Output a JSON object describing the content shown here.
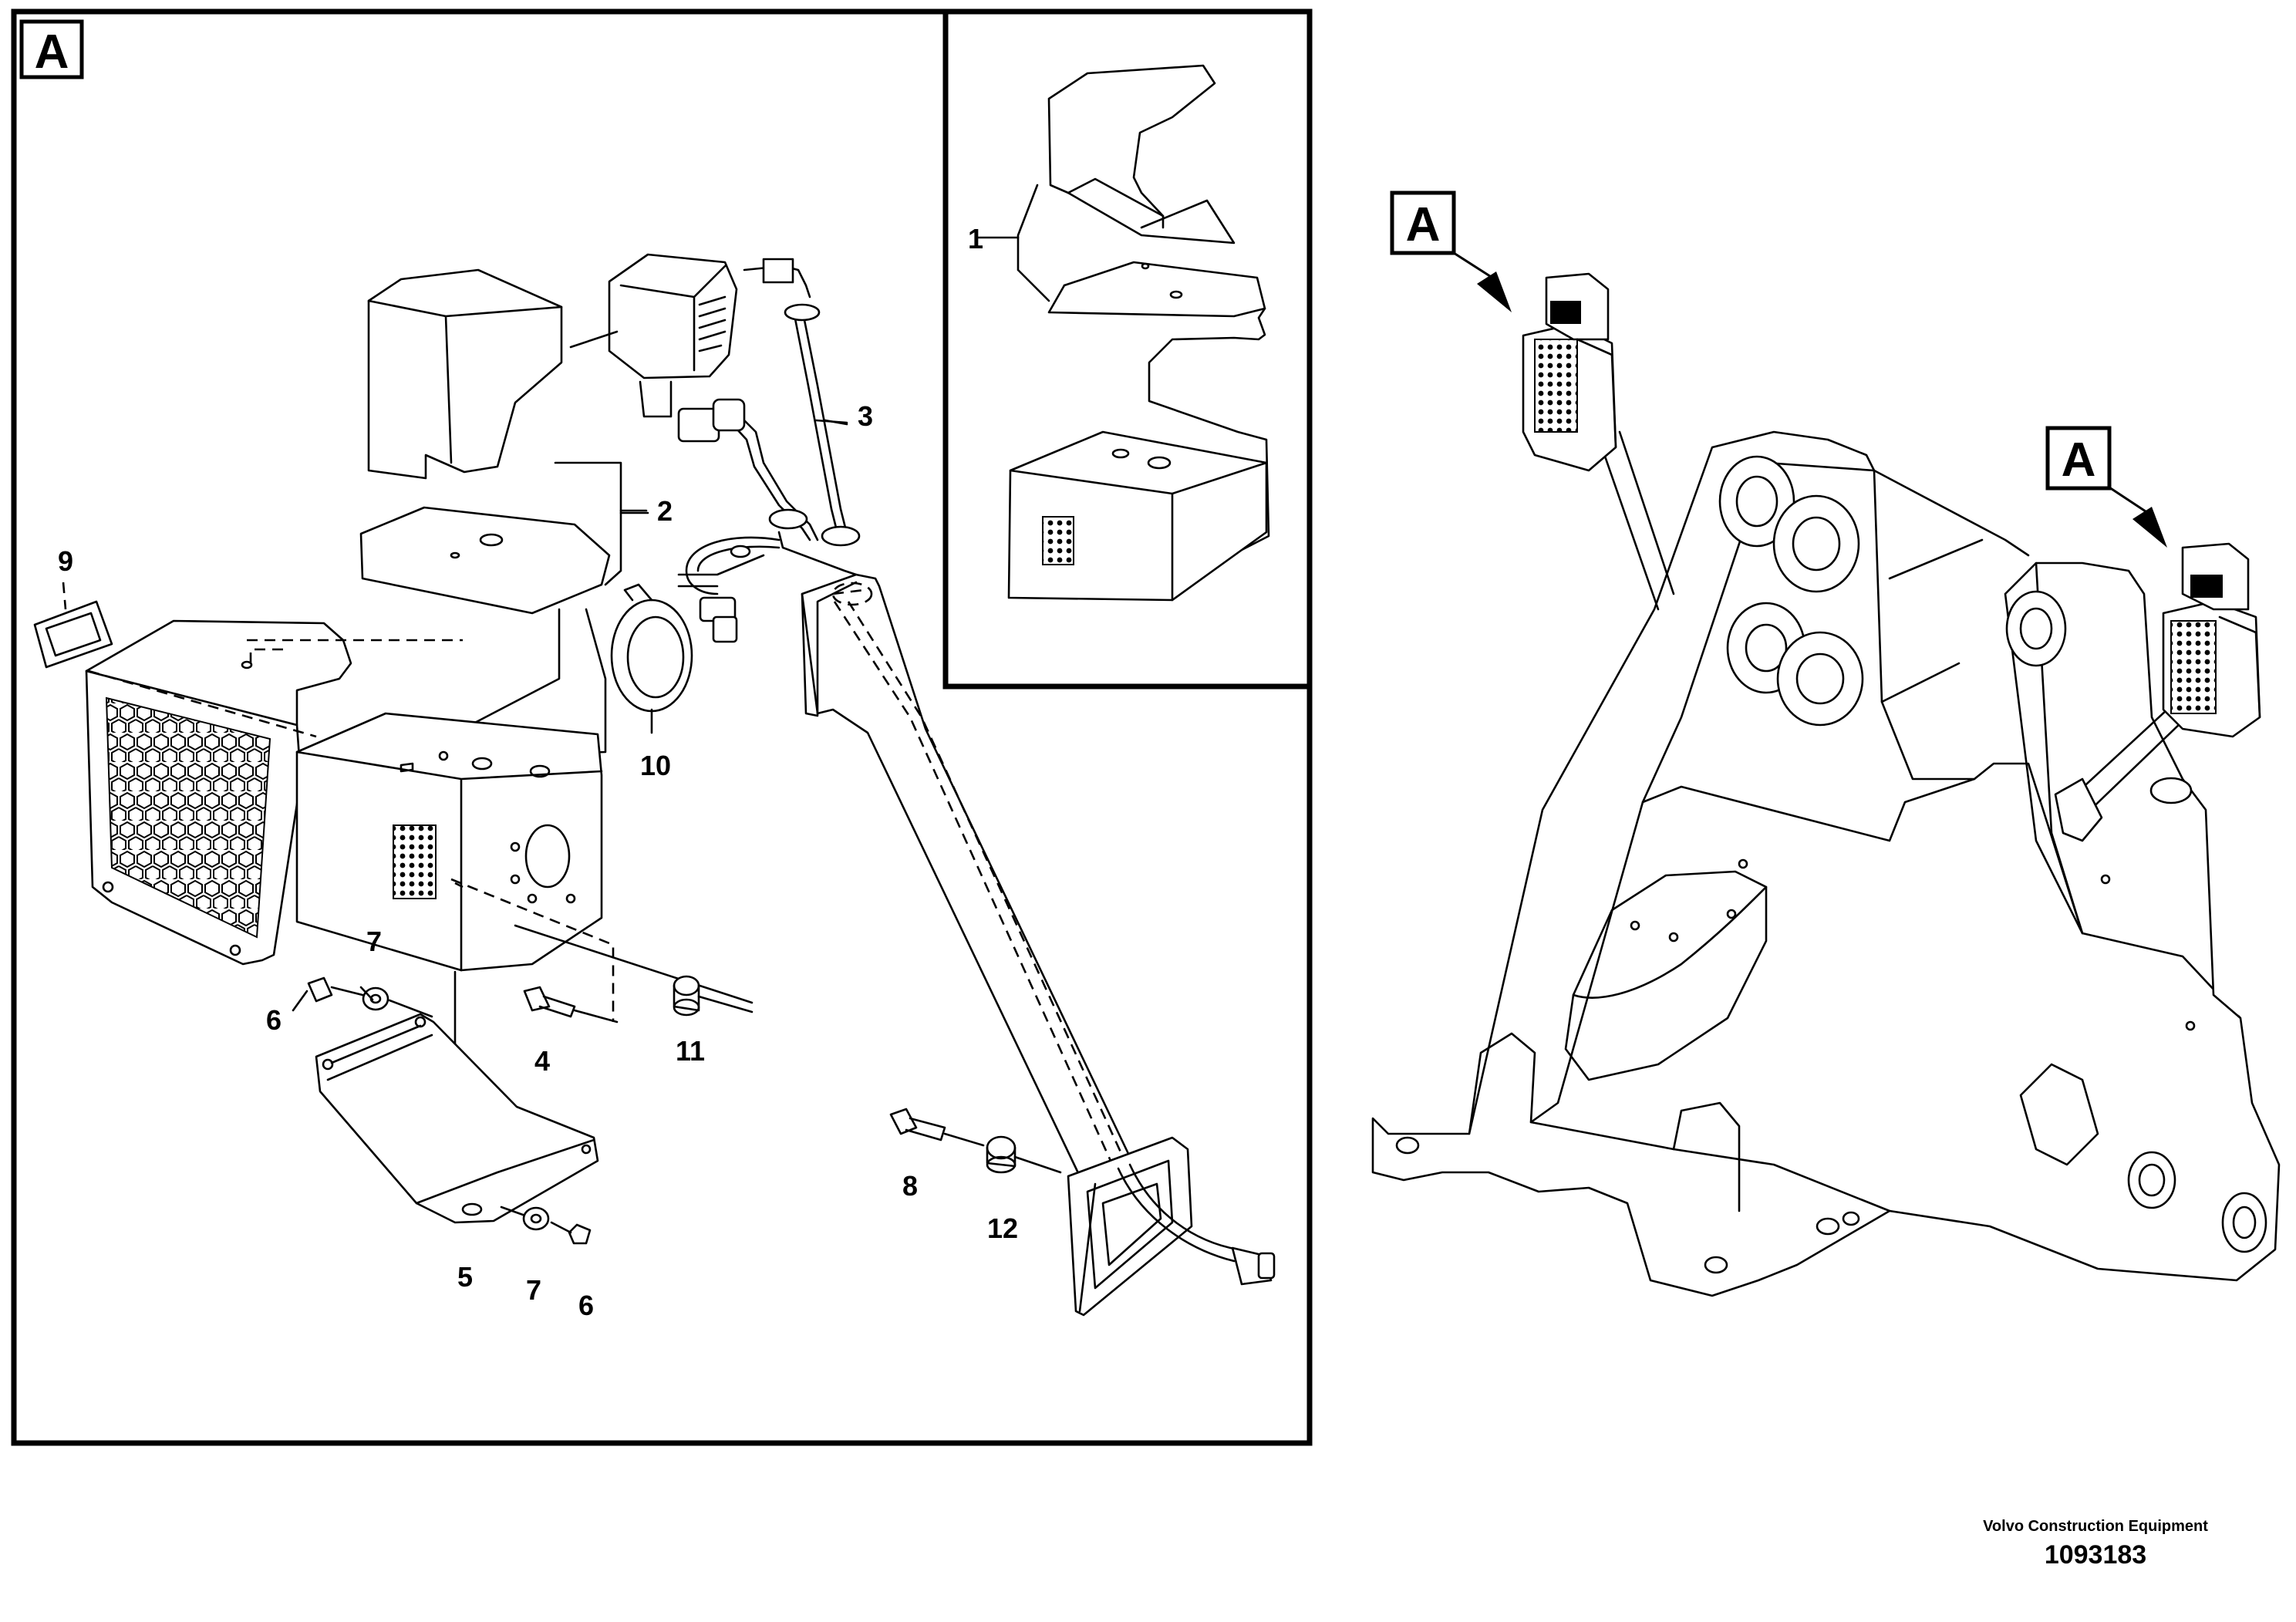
{
  "frame_label": "A",
  "view_labels": [
    "A",
    "A"
  ],
  "callouts": {
    "c1": "1",
    "c2": "2",
    "c3": "3",
    "c4": "4",
    "c5": "5",
    "c6a": "6",
    "c6b": "6",
    "c7a": "7",
    "c7b": "7",
    "c8": "8",
    "c9": "9",
    "c10": "10",
    "c11": "11",
    "c12": "12"
  },
  "footer": {
    "company": "Volvo Construction Equipment",
    "document_number": "1093183"
  }
}
